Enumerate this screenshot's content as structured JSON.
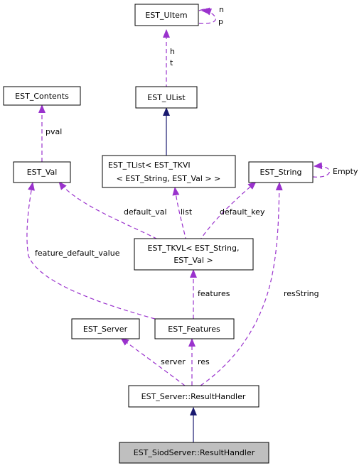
{
  "nodes": {
    "uitem": "EST_UItem",
    "ulist": "EST_UList",
    "contents": "EST_Contents",
    "val": "EST_Val",
    "tlist_line1": "EST_TList< EST_TKVI",
    "tlist_line2": "< EST_String, EST_Val > >",
    "string": "EST_String",
    "tkvl_line1": "EST_TKVL< EST_String,",
    "tkvl_line2": "EST_Val >",
    "server": "EST_Server",
    "features": "EST_Features",
    "resulthandler": "EST_Server::ResultHandler",
    "siod": "EST_SiodServer::ResultHandler"
  },
  "edge_labels": {
    "n": "n",
    "p": "p",
    "h": "h",
    "t": "t",
    "pval": "pval",
    "empty": "Empty",
    "default_val": "default_val",
    "list": "list",
    "default_key": "default_key",
    "feature_default_value": "feature_default_value",
    "features": "features",
    "resString": "resString",
    "server": "server",
    "res": "res"
  },
  "colors": {
    "inheritance": "#191970",
    "usage": "#9a32cd",
    "highlight_fill": "#bfbfbf"
  }
}
